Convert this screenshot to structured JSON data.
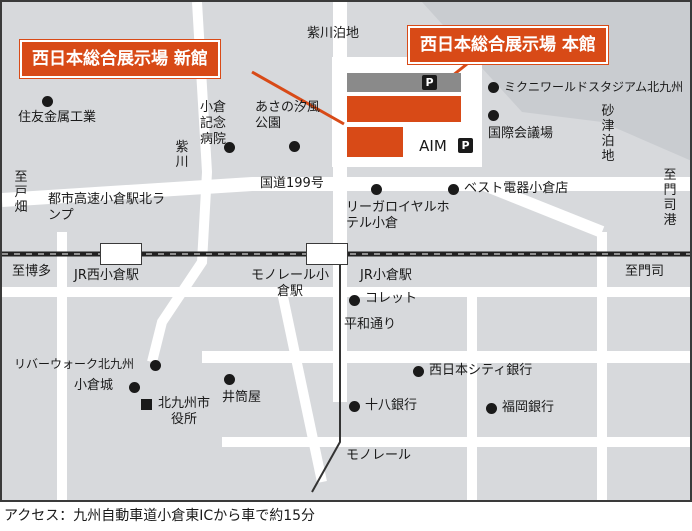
{
  "callouts": {
    "new_building": "西日本総合展示場 新館",
    "main_building": "西日本総合展示場 本館"
  },
  "parking_label": "P",
  "aim_label": "AIM",
  "streets": {
    "national_199": "国道199号",
    "murasaki_river": "紫川",
    "monorail_bottom": "モノレール",
    "heiwa_dori": "平和通り",
    "shiokawa_area": "紫川泊地",
    "sunatsu_area": "砂津泊地"
  },
  "directions": {
    "to_tobata": "至戸畑",
    "to_hakata": "至博多",
    "to_moji_top": "至門司",
    "to_mojiko": "至門司港"
  },
  "stations": {
    "jr_nishikokura": "JR西小倉駅",
    "monorail_kokura": "モノレール小倉駅",
    "jr_kokura": "JR小倉駅"
  },
  "landmarks": {
    "sumitomo": "住友金属工業",
    "kokura_hospital": "小倉記念病院",
    "asano_park": "あさの汐風公園",
    "highway_ramp": "都市高速小倉駅北ランプ",
    "rihga_royal": "リーガロイヤルホテル小倉",
    "best_denki": "ベスト電器小倉店",
    "mikuni_stadium": "ミクニワールドスタジアム北九州",
    "convention": "国際会議場",
    "colette": "コレット",
    "nishinippon_city_bank": "西日本シティ銀行",
    "juhachi_bank": "十八銀行",
    "fukuoka_bank": "福岡銀行",
    "riverwalk": "リバーウォーク北九州",
    "kokura_castle": "小倉城",
    "city_hall": "北九州市役所",
    "izutsuya": "井筒屋"
  },
  "footer": "アクセス：九州自動車道小倉東ICから車で約15分",
  "colors": {
    "accent": "#d84a17",
    "map_bg": "#d7d9dc",
    "road": "#ffffff",
    "rail": "#222222",
    "parking_bar": "#8a8a8a"
  }
}
